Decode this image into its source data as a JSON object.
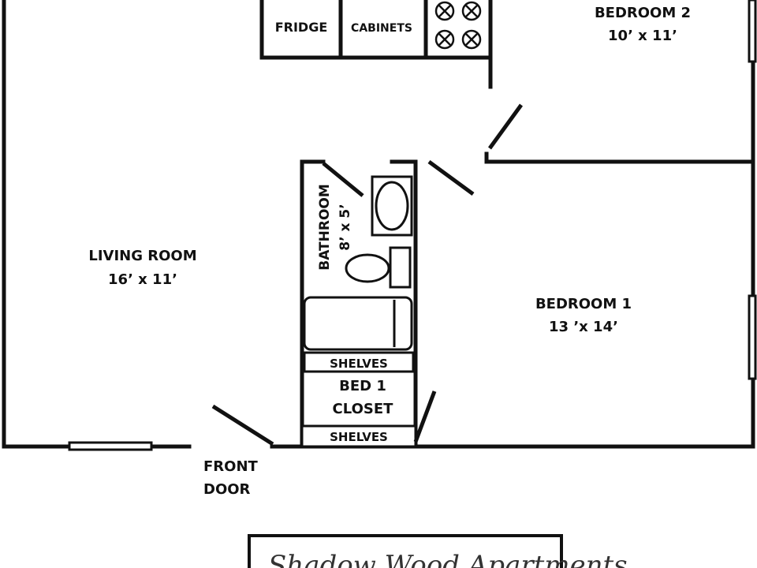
{
  "rooms": {
    "bedroom2": {
      "name": "BEDROOM 2",
      "size": "10’ x 11’"
    },
    "bedroom1": {
      "name": "BEDROOM 1",
      "size": "13 ’x 14’"
    },
    "living": {
      "name": "LIVING ROOM",
      "size": "16’ x 11’"
    },
    "bathroom": {
      "name": "BATHROOM",
      "size": "8’ x 5’"
    },
    "closet": {
      "line1": "BED 1",
      "line2": "CLOSET"
    }
  },
  "kitchen": {
    "fridge": "FRIDGE",
    "cabinets": "CABINETS"
  },
  "shelves_upper": "SHELVES",
  "shelves_lower": "SHELVES",
  "front_door": {
    "line1": "FRONT",
    "line2": "DOOR"
  },
  "brand_partial": "Shadow Wood Apartments"
}
